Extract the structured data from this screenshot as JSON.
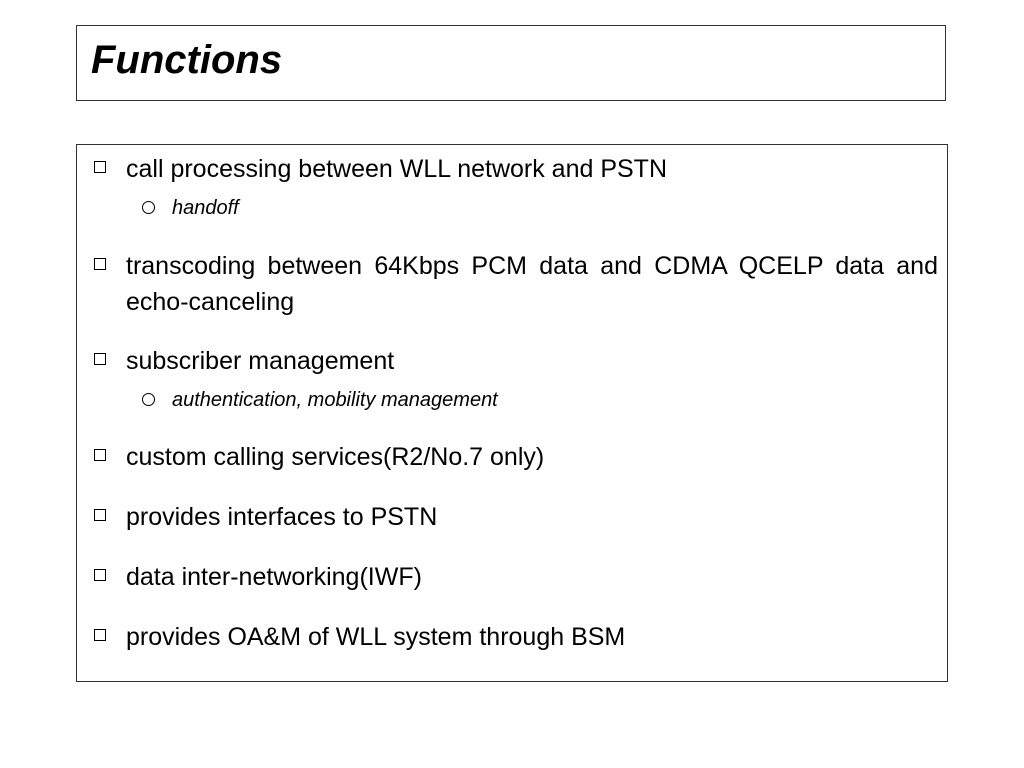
{
  "slide": {
    "title": "Functions",
    "items": [
      {
        "text": "call processing between WLL network and PSTN",
        "sub": [
          "handoff"
        ]
      },
      {
        "text": "transcoding between 64Kbps PCM data and CDMA QCELP data and echo-canceling",
        "sub": []
      },
      {
        "text": "subscriber management",
        "sub": [
          "authentication, mobility management"
        ]
      },
      {
        "text": "custom calling services(R2/No.7 only)",
        "sub": []
      },
      {
        "text": "provides interfaces to PSTN",
        "sub": []
      },
      {
        "text": "data inter-networking(IWF)",
        "sub": []
      },
      {
        "text": "provides OA&M of WLL system through BSM",
        "sub": []
      }
    ]
  }
}
